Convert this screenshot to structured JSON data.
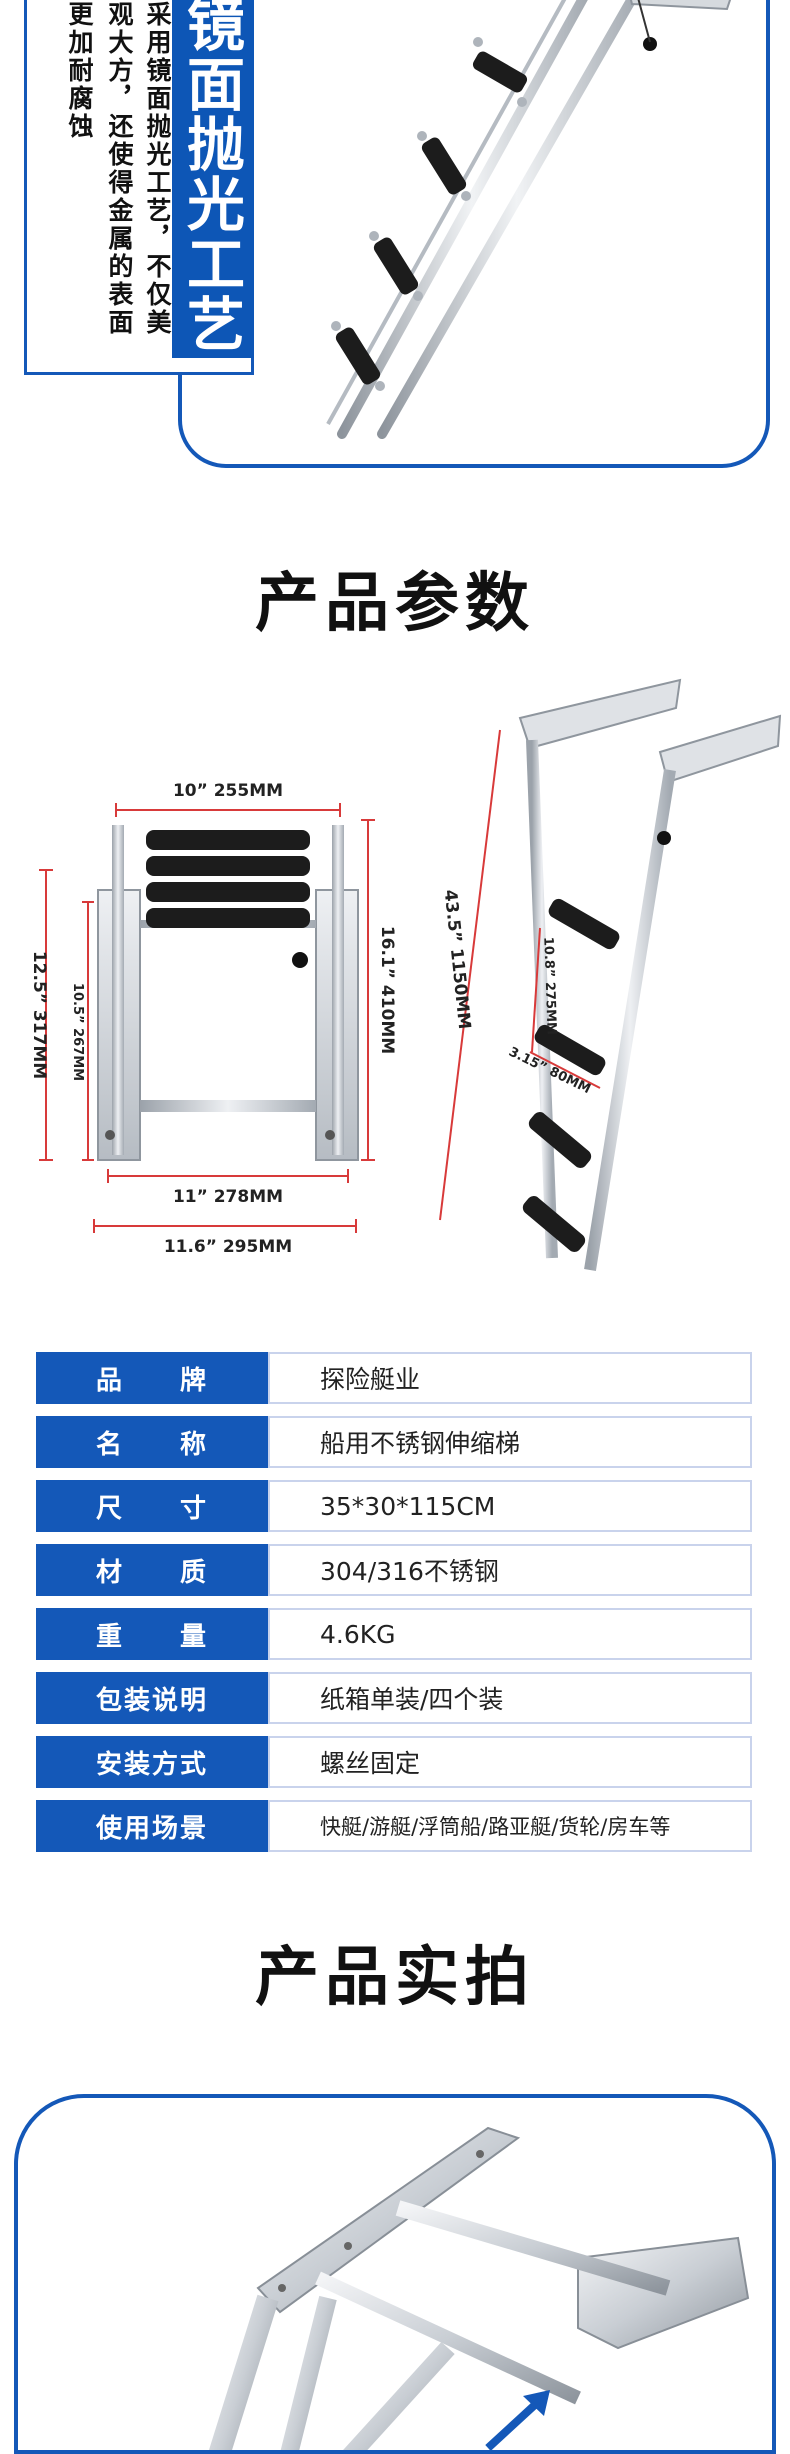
{
  "feature": {
    "title": "镜面抛光工艺",
    "col1": "采用镜面抛光工艺，不仅美",
    "col2": "观大方，还使得金属的表面",
    "col3": "更加耐腐蚀"
  },
  "sections": {
    "params_heading": "产品参数",
    "photo_heading": "产品实拍"
  },
  "dimensions": {
    "top_width": "10” 255MM",
    "left_height": "12.5” 317MM",
    "inner_height": "10.5” 267MM",
    "right_height": "16.1” 410MM",
    "bottom_inner": "11” 278MM",
    "bottom_outer": "11.6” 295MM",
    "total_length": "43.5” 1150MM",
    "step_spacing": "10.8” 275MM",
    "step_depth": "3.15” 80MM"
  },
  "specs": [
    {
      "key": "品　　牌",
      "value": "探险艇业"
    },
    {
      "key": "名　　称",
      "value": "船用不锈钢伸缩梯"
    },
    {
      "key": "尺　　寸",
      "value": "35*30*115CM"
    },
    {
      "key": "材　　质",
      "value": "304/316不锈钢"
    },
    {
      "key": "重　　量",
      "value": "4.6KG"
    },
    {
      "key": "包装说明",
      "value": "纸箱单装/四个装"
    },
    {
      "key": "安装方式",
      "value": "螺丝固定"
    },
    {
      "key": "使用场景",
      "value": "快艇/游艇/浮筒船/路亚艇/货轮/房车等"
    }
  ],
  "colors": {
    "accent": "#1458b8",
    "step": "#1c1c1c",
    "steel": "#c7ccd3"
  },
  "icons": {
    "arrow": "arrow-up-right-icon"
  }
}
